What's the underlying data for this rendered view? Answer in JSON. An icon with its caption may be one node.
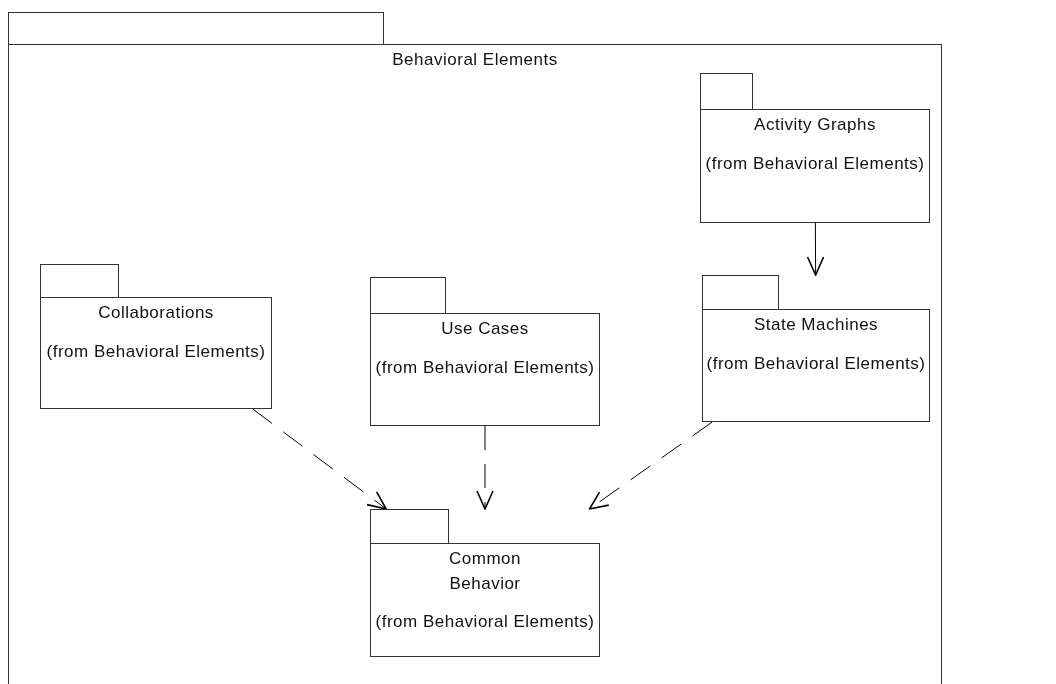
{
  "diagram": {
    "nodes": [
      {
        "text": [
          "Behavioral Elements"
        ]
      },
      {
        "text": [
          "Activity Graphs",
          "(from Behavioral Elements)"
        ],
        "in": 0
      },
      {
        "text": [
          "Collaborations",
          "(from Behavioral Elements)"
        ],
        "in": 0
      },
      {
        "text": [
          "Use Cases",
          "(from Behavioral Elements)"
        ],
        "in": 0
      },
      {
        "text": [
          "State Machines",
          "(from Behavioral Elements)"
        ],
        "in": 0
      },
      {
        "text": [
          "Common Behavior",
          "(from Behavioral Elements)"
        ],
        "in": 0
      }
    ],
    "edges": [
      {
        "from": 1,
        "to": 4,
        "arrow": "to"
      },
      {
        "from": 2,
        "to": 5,
        "arrow": "to",
        "style": "dashed"
      },
      {
        "from": 3,
        "to": 5,
        "arrow": "to",
        "style": "dashed"
      },
      {
        "from": 4,
        "to": 5,
        "arrow": "to",
        "style": "dashed"
      }
    ]
  }
}
